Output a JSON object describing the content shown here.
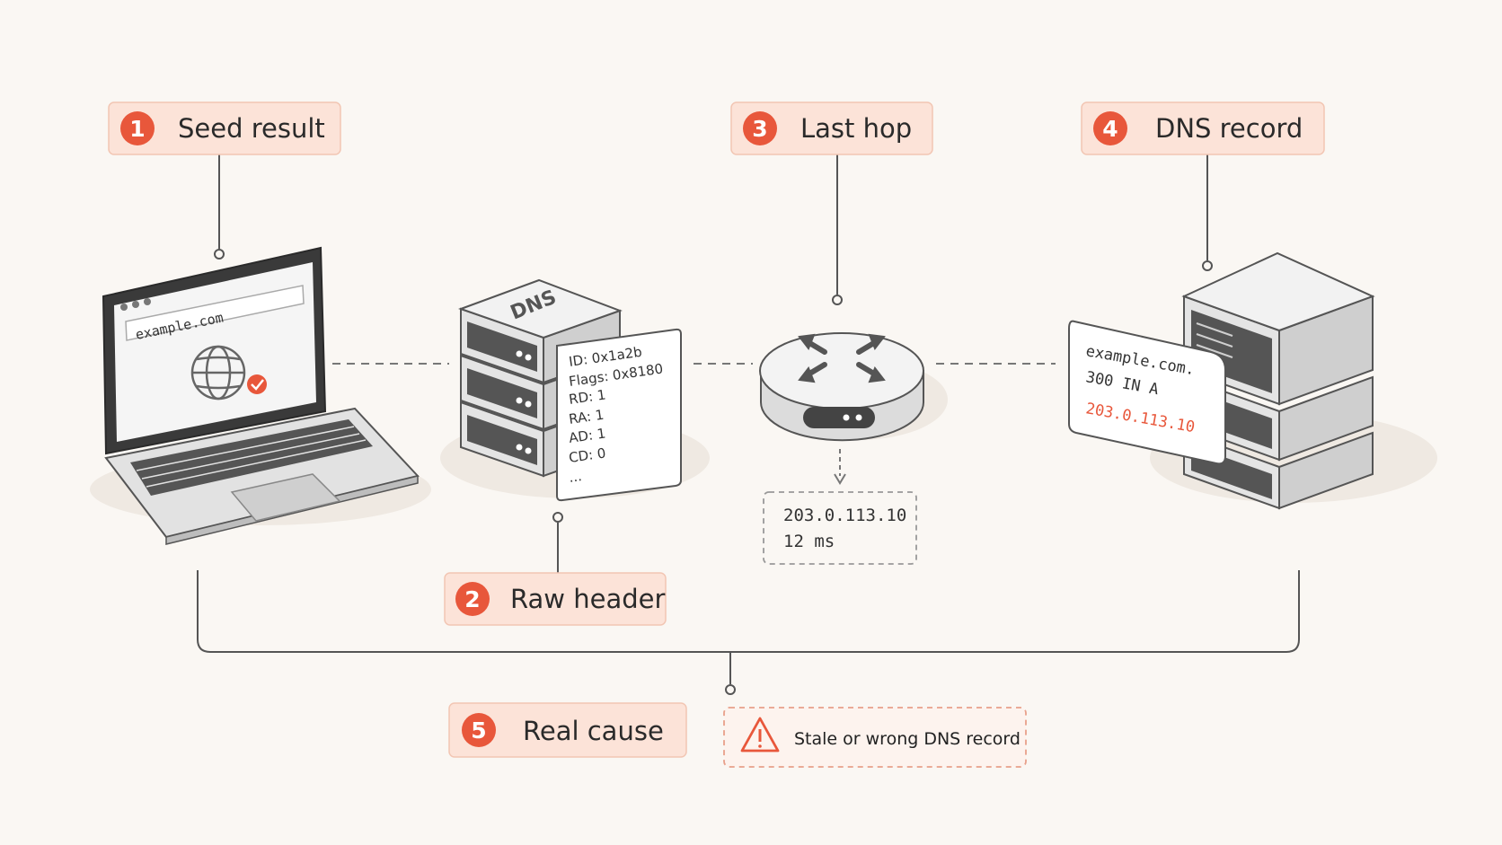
{
  "steps": [
    {
      "num": "1",
      "label": "Seed result"
    },
    {
      "num": "2",
      "label": "Raw header"
    },
    {
      "num": "3",
      "label": "Last hop"
    },
    {
      "num": "4",
      "label": "DNS record"
    },
    {
      "num": "5",
      "label": "Real cause"
    }
  ],
  "laptop": {
    "url": "example.com"
  },
  "dns_server": {
    "label": "DNS",
    "header_lines": [
      "ID: 0x1a2b",
      "Flags: 0x8180",
      "RD: 1",
      "RA: 1",
      "AD: 1",
      "CD: 0",
      "..."
    ]
  },
  "router": {
    "ip": "203.0.113.10",
    "latency": "12 ms"
  },
  "record": {
    "name": "example.com.",
    "ttl_type": "300 IN A",
    "value": "203.0.113.10"
  },
  "cause": {
    "text": "Stale or wrong DNS record"
  },
  "colors": {
    "accent": "#e8573b",
    "badge_bg": "#fce3d8",
    "badge_border": "#f2c6b3",
    "line": "#555555"
  }
}
